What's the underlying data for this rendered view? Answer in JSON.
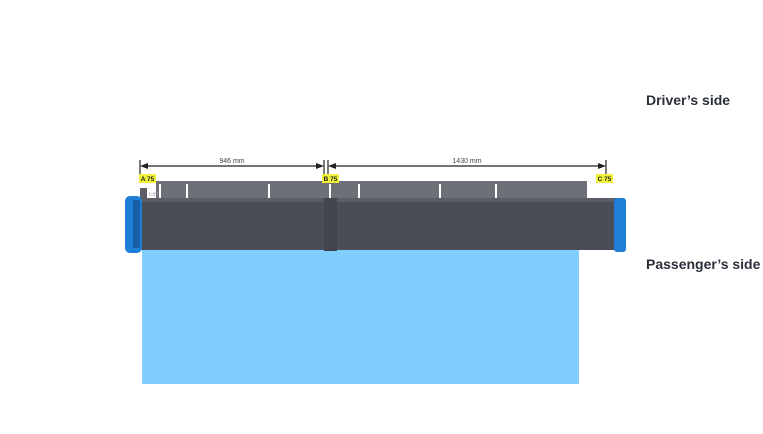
{
  "labels": {
    "drivers_side": "Driver’s side",
    "passengers_side": "Passenger’s side"
  },
  "dimensions": {
    "segment_1": "946 mm",
    "segment_2": "1430 mm"
  },
  "markers": {
    "a": "A 75",
    "b": "B 75",
    "c": "C 75"
  },
  "colors": {
    "awning_body": "#4a4d57",
    "awning_top": "#5a5d66",
    "cassette_strip": "#6e7078",
    "end_caps": "#1f7fd6",
    "fabric_extension": "#80cefd",
    "marker_badge": "#f2f23a",
    "dimension_line": "#222222",
    "text": "#2b2f3a"
  }
}
